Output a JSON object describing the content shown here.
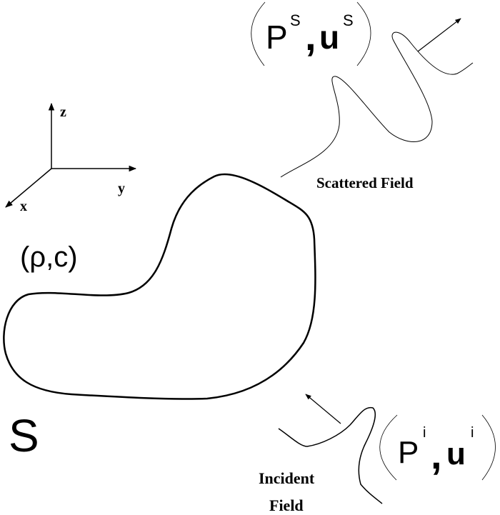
{
  "axes": {
    "z": "z",
    "y": "y",
    "x": "x"
  },
  "material": "(ρ,c)",
  "surface": "S",
  "scattered": {
    "p": "P",
    "p_sup": "S",
    "comma": ",",
    "u": "u",
    "u_sup": "S",
    "label": "Scattered Field"
  },
  "incident": {
    "p": "P",
    "p_sup": "i",
    "comma": ",",
    "u": "u",
    "u_sup": "i",
    "label_line1": "Incident",
    "label_line2": "Field"
  }
}
